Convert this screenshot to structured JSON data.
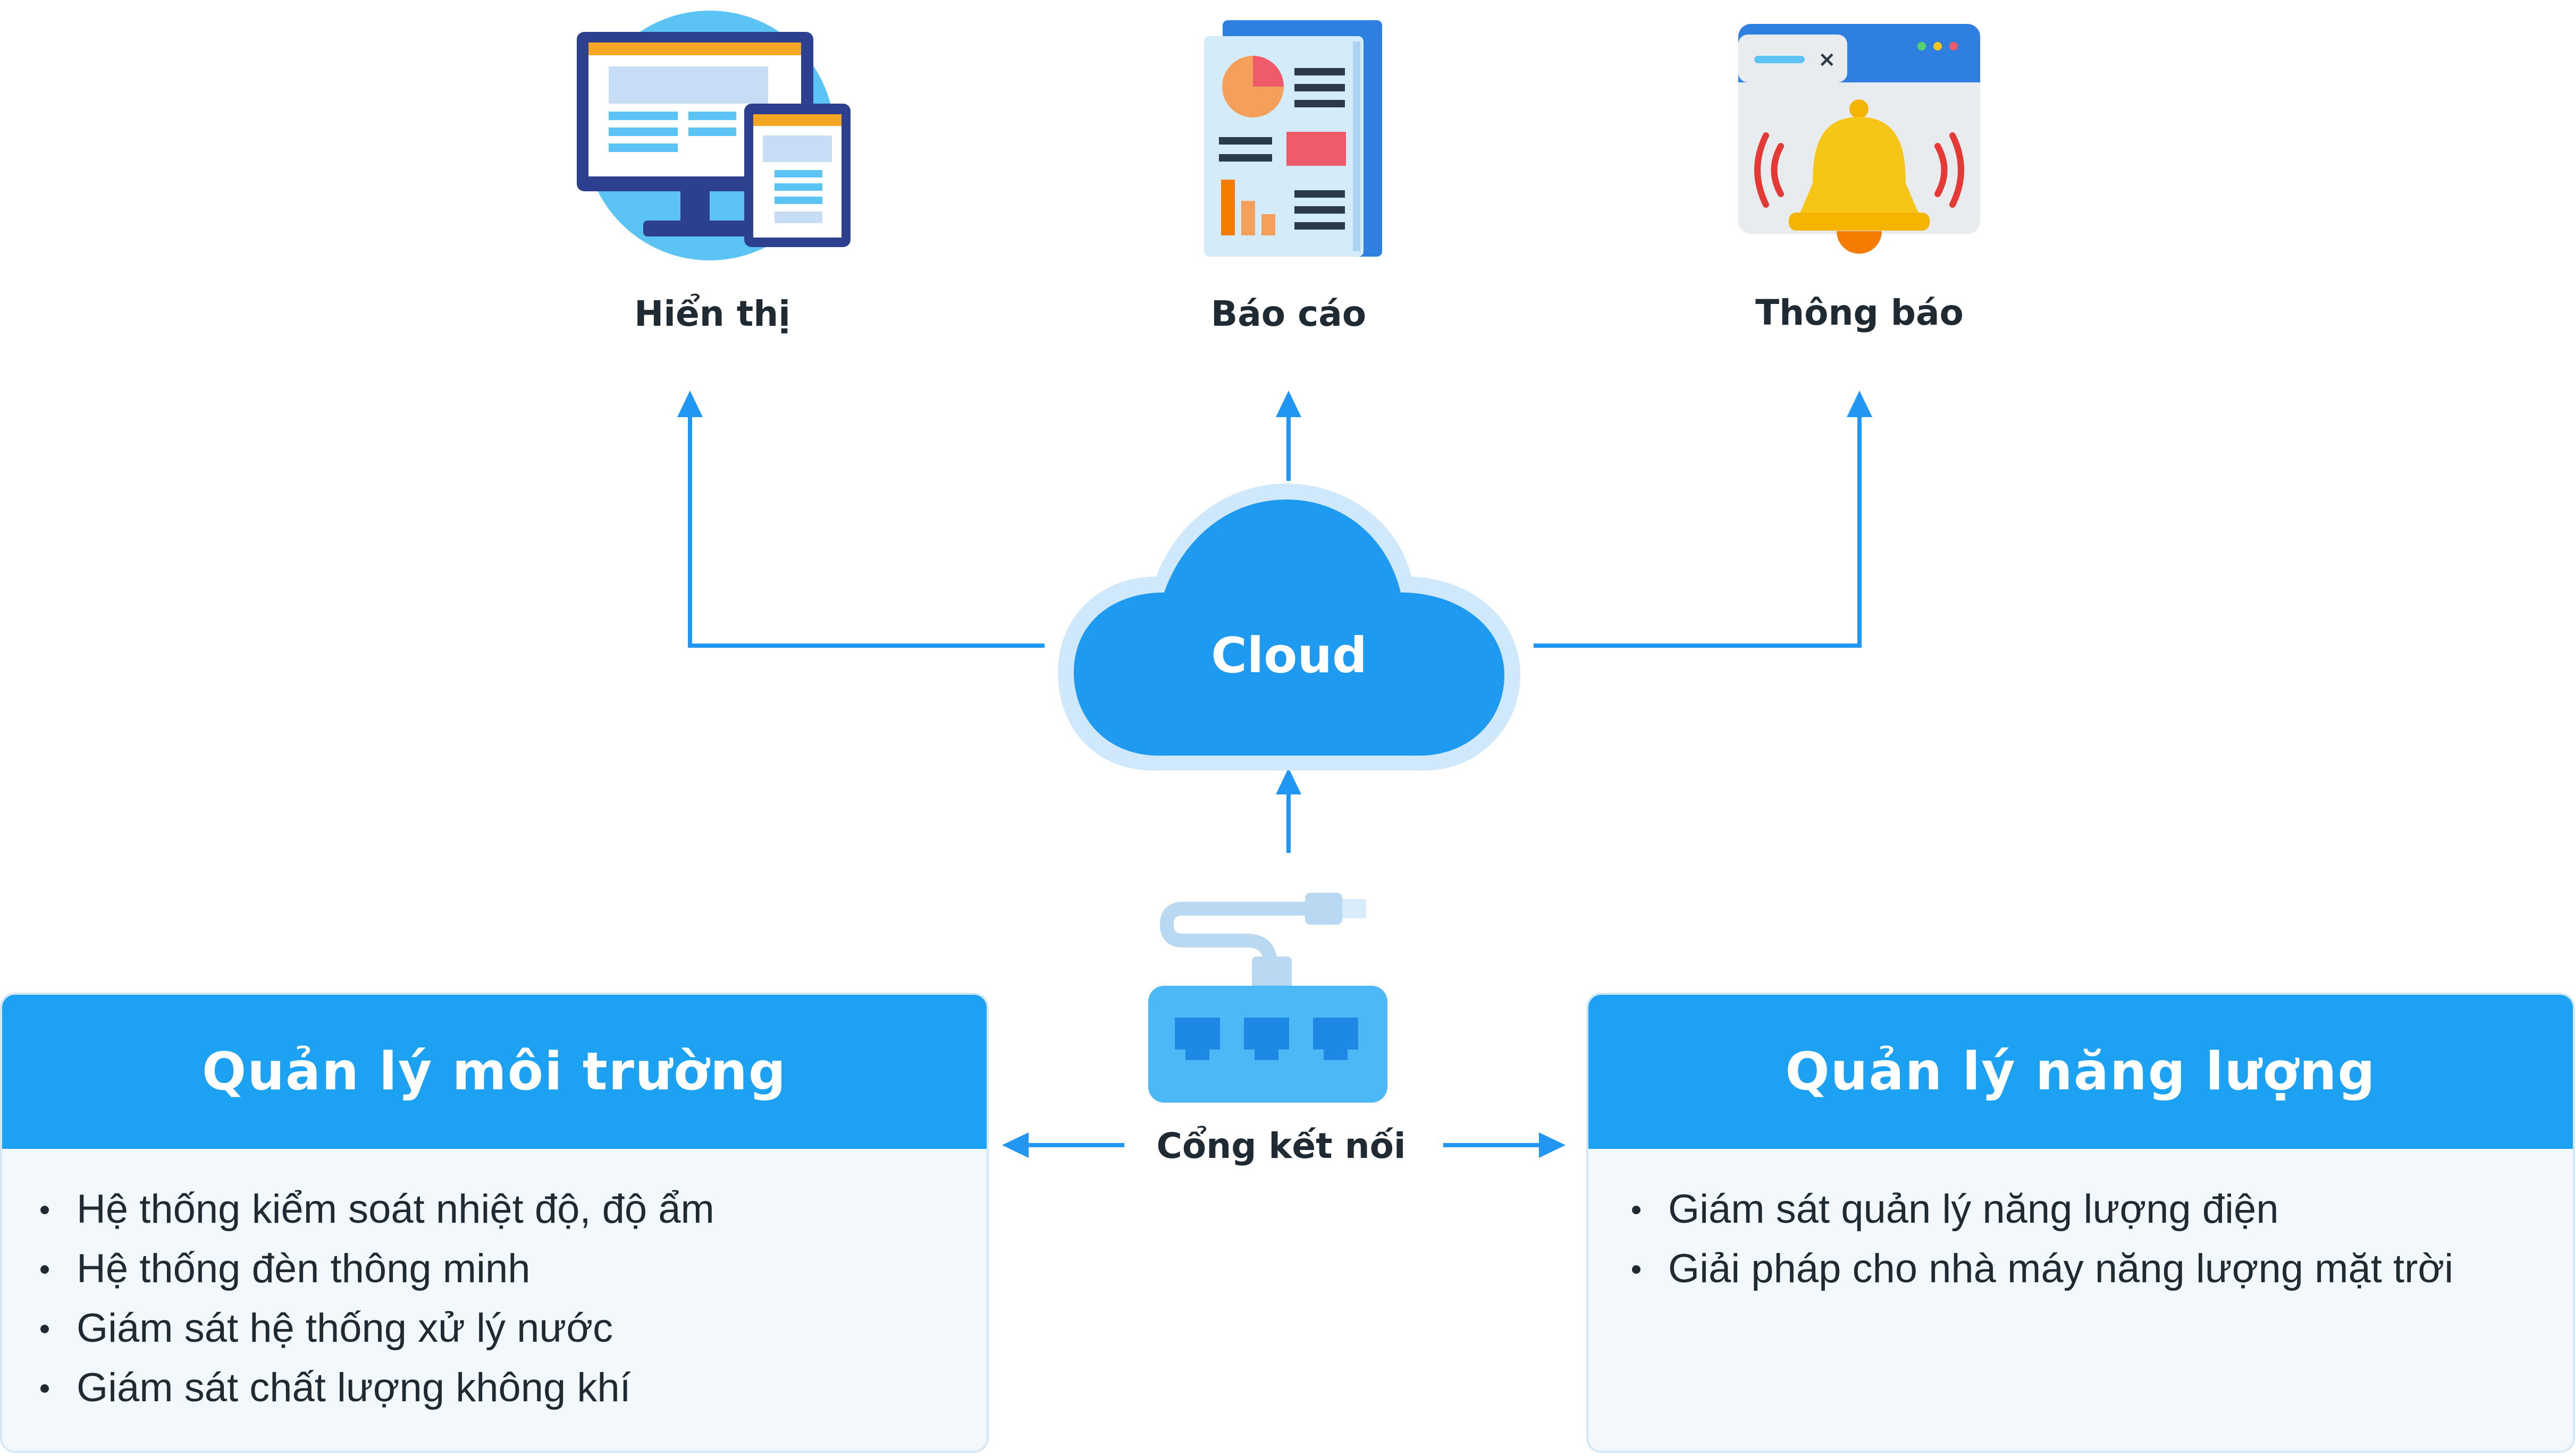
{
  "diagram": {
    "nodes": {
      "display": {
        "label": "Hiển thị",
        "icon": "monitor-tablet-icon"
      },
      "report": {
        "label": "Báo cáo",
        "icon": "report-document-icon"
      },
      "notification": {
        "label": "Thông báo",
        "icon": "bell-alert-icon"
      },
      "cloud": {
        "label": "Cloud",
        "icon": "cloud-icon"
      },
      "gateway": {
        "label": "Cổng kết nối",
        "icon": "network-switch-icon"
      }
    },
    "panels": {
      "environment": {
        "title": "Quản lý môi trường",
        "items": [
          "Hệ thống kiểm soát nhiệt độ, độ ẩm",
          "Hệ thống đèn thông minh",
          "Giám sát hệ thống xử lý nước",
          "Giám sát chất lượng không khí"
        ]
      },
      "energy": {
        "title": "Quản lý năng lượng",
        "items": [
          "Giám sát quản lý năng lượng điện",
          "Giải pháp cho nhà máy năng lượng mặt trời"
        ]
      }
    },
    "colors": {
      "accent": "#1da1f2",
      "arrow": "#2196f3",
      "panel_body": "#f3f8fd",
      "text": "#1f2a33"
    }
  }
}
